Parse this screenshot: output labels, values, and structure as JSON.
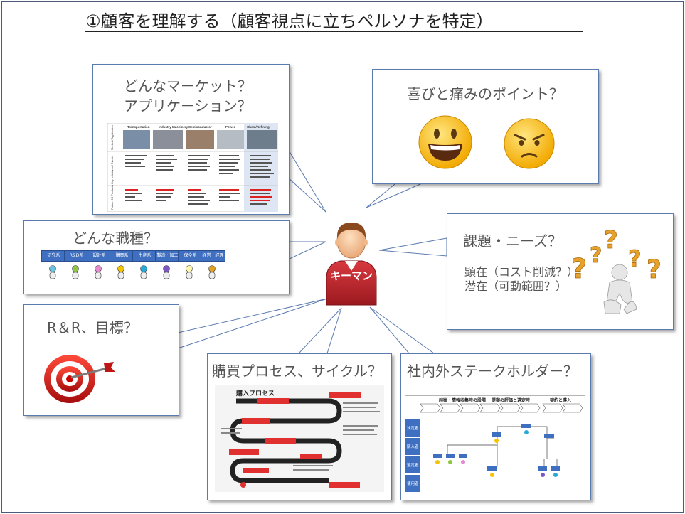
{
  "title": "①顧客を理解する（顧客視点に立ちペルソナを特定）",
  "center": {
    "label": "キーマン"
  },
  "callouts": {
    "market": {
      "line1": "どんなマーケット？",
      "line2": "アプリケーション？"
    },
    "joy_pain": {
      "text": "喜びと痛みのポイント？"
    },
    "job": {
      "text": "どんな職種？"
    },
    "issues": {
      "text": "課題・ニーズ？",
      "detail1": "顕在（コスト削減？）",
      "detail2": "潜在（可動範囲？）"
    },
    "rr": {
      "text": "R＆R、目標？"
    },
    "purchase": {
      "text": "購買プロセス、サイクル？"
    },
    "stakeholders": {
      "text": "社内外ステークホルダー？"
    }
  },
  "market_table": {
    "headers": [
      "Transportation",
      "Industry Machinery",
      "Semiconductor",
      "Power",
      "Chem/Refining"
    ],
    "row_labels": [
      "Market / Application",
      "Key Initiatives / Events",
      "Future CS Products"
    ]
  },
  "job_tags": [
    "研究系",
    "R&D系",
    "設計系",
    "購買系",
    "生産系",
    "製造・加工系",
    "保全系",
    "経営・経理系"
  ],
  "purchase_doc": {
    "heading": "購入プロセス"
  },
  "stakeholder_doc": {
    "phases": [
      "起案・情報収集時の段階",
      "提案の評価と選定時",
      "契約と導入"
    ],
    "roles": [
      "決定者",
      "購入者",
      "選定者",
      "使用者"
    ]
  },
  "colors": {
    "callout_border": "#5b7bb0",
    "keyman_shirt": "#c0272d",
    "frame_border": "#4a5a78",
    "tag_blue": "#3f6fc0"
  }
}
